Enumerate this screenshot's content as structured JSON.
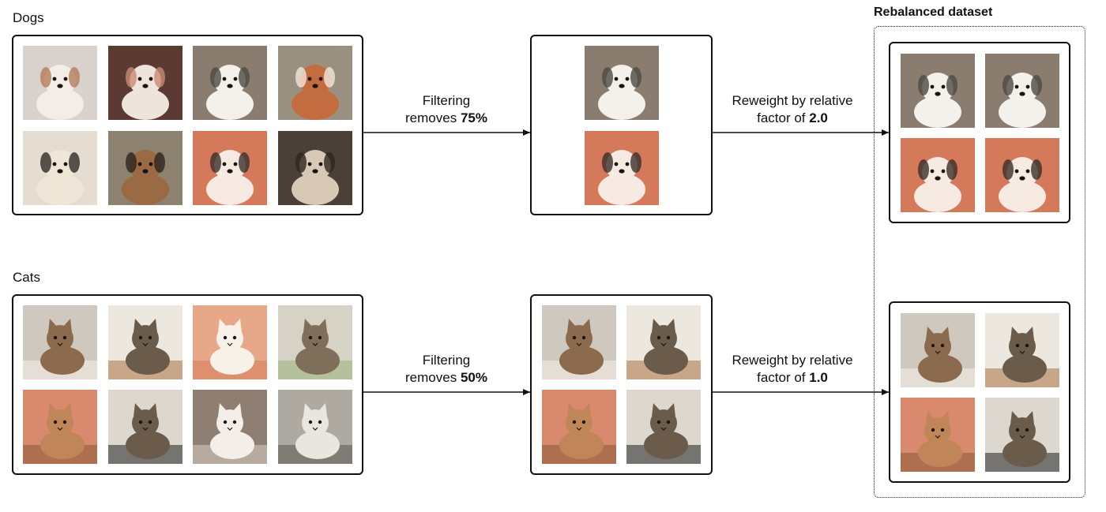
{
  "groups": {
    "dogs": {
      "label": "Dogs"
    },
    "cats": {
      "label": "Cats"
    }
  },
  "output": {
    "title": "Rebalanced dataset"
  },
  "steps": {
    "dog_filter": {
      "line1": "Filtering",
      "line2_prefix": "removes ",
      "line2_value": "75%"
    },
    "dog_reweight": {
      "line1": "Reweight by relative",
      "line2_prefix": "factor of ",
      "line2_value": "2.0"
    },
    "cat_filter": {
      "line1": "Filtering",
      "line2_prefix": "removes ",
      "line2_value": "50%"
    },
    "cat_reweight": {
      "line1": "Reweight by relative",
      "line2_prefix": "factor of ",
      "line2_value": "1.0"
    }
  },
  "photos": {
    "dog1": {
      "subject": "dog",
      "bg": "#d9d2cc",
      "fg": "#f3ede7",
      "accent": "#b47d5a"
    },
    "dog2": {
      "subject": "dog",
      "bg": "#5a3a33",
      "fg": "#efe4dc",
      "accent": "#c98a74"
    },
    "dog3": {
      "subject": "dog",
      "bg": "#8a7d70",
      "fg": "#f4f1ec",
      "accent": "#4d4a42"
    },
    "dog4": {
      "subject": "dog",
      "bg": "#9a9080",
      "fg": "#c26c40",
      "accent": "#f1e6dc"
    },
    "dog5": {
      "subject": "dog",
      "bg": "#e5ddd2",
      "fg": "#efe6d8",
      "accent": "#2e2a26"
    },
    "dog6": {
      "subject": "dog",
      "bg": "#8d8170",
      "fg": "#9a6a44",
      "accent": "#2d2620"
    },
    "dog7": {
      "subject": "dog",
      "bg": "#d47a5a",
      "fg": "#f7eae2",
      "accent": "#3b2f2a"
    },
    "dog8": {
      "subject": "dog",
      "bg": "#4a4038",
      "fg": "#d8c9b6",
      "accent": "#2d2620"
    },
    "cat1": {
      "subject": "cat",
      "bg": "#cfc8be",
      "fg": "#8c6a4e",
      "accent": "#f5f0ea"
    },
    "cat2": {
      "subject": "cat",
      "bg": "#ece8e0",
      "fg": "#6a5b4a",
      "accent": "#a9713f"
    },
    "cat3": {
      "subject": "cat",
      "bg": "#e7a889",
      "fg": "#f8f1ea",
      "accent": "#d77b58"
    },
    "cat4": {
      "subject": "cat",
      "bg": "#d6d2c6",
      "fg": "#7f6e5a",
      "accent": "#9bb07a"
    },
    "cat5": {
      "subject": "cat",
      "bg": "#d98a6e",
      "fg": "#c0865a",
      "accent": "#8a5a3a"
    },
    "cat6": {
      "subject": "cat",
      "bg": "#dcd8d0",
      "fg": "#6b5b4b",
      "accent": "#222222"
    },
    "cat7": {
      "subject": "cat",
      "bg": "#8f7f72",
      "fg": "#f4eee8",
      "accent": "#d9cfc6"
    },
    "cat8": {
      "subject": "cat",
      "bg": "#aeaaa2",
      "fg": "#e9e6e0",
      "accent": "#5a5650"
    }
  },
  "colors": {
    "line": "#111111"
  }
}
